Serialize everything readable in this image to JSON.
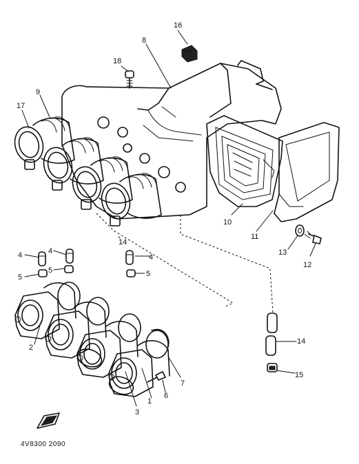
{
  "callouts": {
    "c1": "1",
    "c2": "2",
    "c3": "3",
    "c4a": "4",
    "c4b": "4",
    "c4c": "4",
    "c5a": "5",
    "c5b": "5",
    "c5c": "5",
    "c6": "6",
    "c7": "7",
    "c8": "8",
    "c9": "9",
    "c10": "10",
    "c11": "11",
    "c12": "12",
    "c13": "13",
    "c14a": "14",
    "c14b": "14",
    "c15": "15",
    "c16": "16",
    "c17": "17",
    "c18": "18"
  },
  "diagram_code": "4V8300 2090",
  "colors": {
    "ink": "#111111",
    "paper": "#ffffff"
  }
}
